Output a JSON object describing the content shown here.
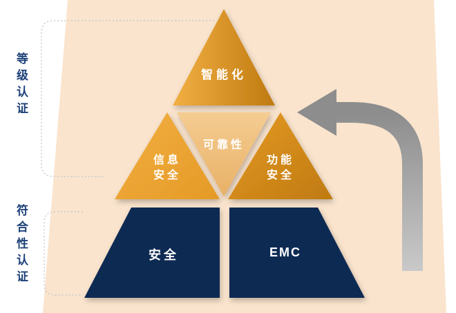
{
  "canvas": {
    "side_labels": {
      "grade_cert": "等级认证",
      "compliance_cert": "符合性认证"
    },
    "pyramid": {
      "intelligence": "智能化",
      "reliability": "可靠性",
      "info_security": "信息\n安全",
      "functional_safety": "功能\n安全",
      "safety": "安全",
      "emc": "EMC"
    },
    "colors": {
      "peach": "#fae4cd",
      "orange_light": "#f2af43",
      "orange": "#e59a25",
      "orange_dark": "#bf7a10",
      "tan_light": "#f5cc92",
      "tan_dark": "#e8b166",
      "navy": "#0e2a52",
      "label_blue": "#1d4077",
      "dotted_gray": "#c8c8c8",
      "arrow_gray_dark": "#8d8d8d",
      "arrow_gray_light": "#c9c9c9"
    }
  }
}
